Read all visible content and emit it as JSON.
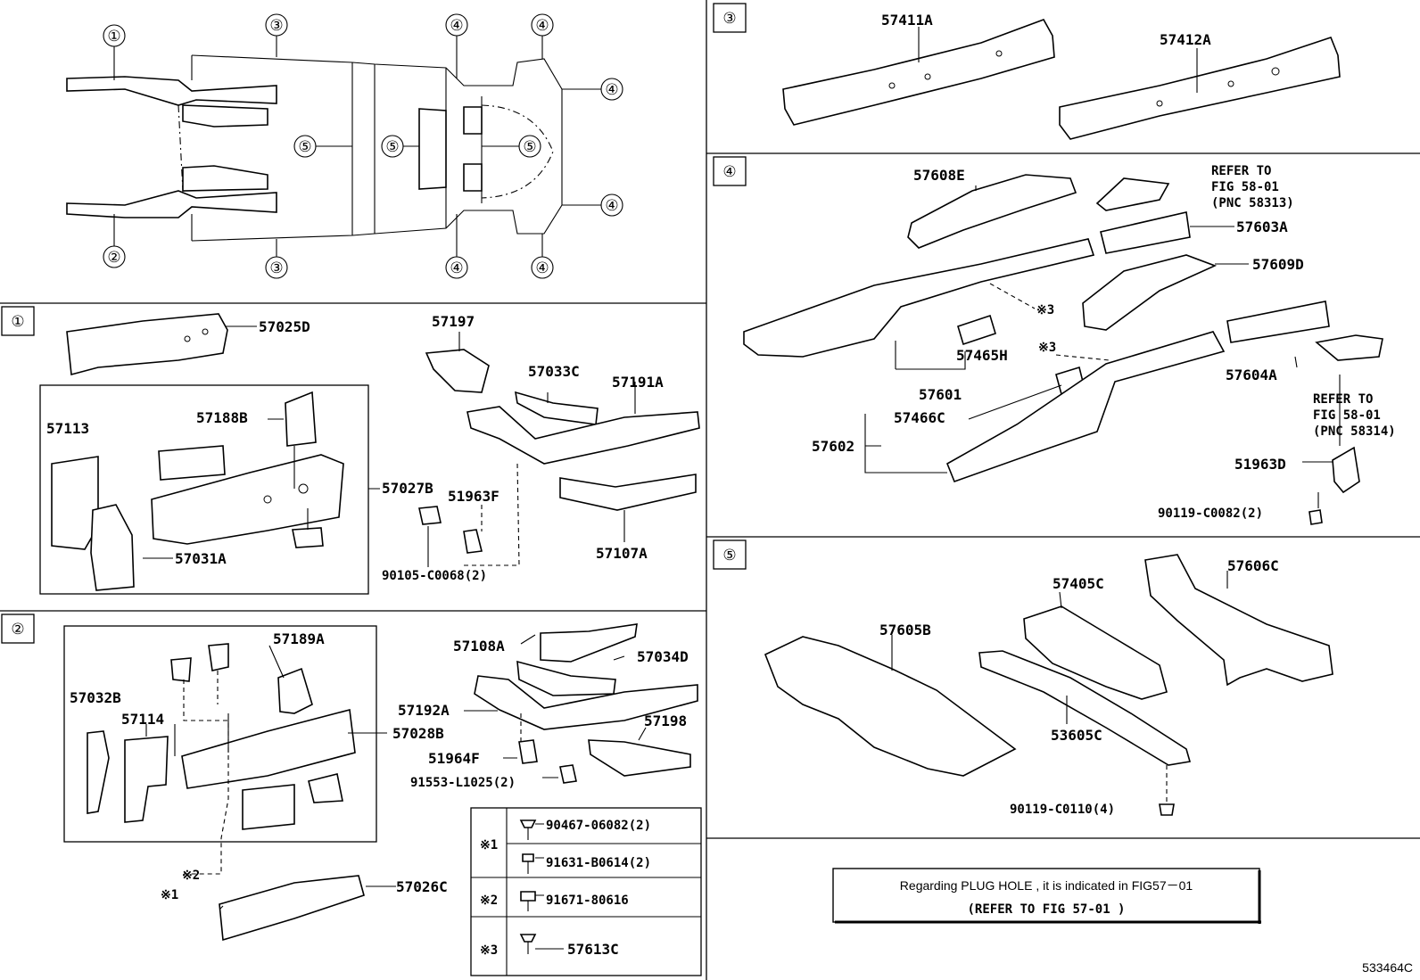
{
  "diagram_id": "533464C",
  "overview": {
    "callouts": [
      "①",
      "②",
      "③",
      "③",
      "④",
      "④",
      "④",
      "④",
      "④",
      "④",
      "⑤",
      "⑤",
      "⑤"
    ]
  },
  "sections": {
    "s1": {
      "key": "①",
      "parts": [
        "57025D",
        "57113",
        "57188B",
        "57027B",
        "57031A",
        "57197",
        "57033C",
        "57191A",
        "51963F",
        "57107A",
        "90105-C0068(2)"
      ]
    },
    "s2": {
      "key": "②",
      "parts": [
        "57189A",
        "57032B",
        "57114",
        "57028B",
        "57026C",
        "57108A",
        "57034D",
        "57192A",
        "57198",
        "51964F",
        "91553-L1025(2)"
      ],
      "marks": [
        "※2",
        "※1"
      ]
    },
    "s3": {
      "key": "③",
      "parts": [
        "57411A",
        "57412A"
      ]
    },
    "s4": {
      "key": "④",
      "parts": [
        "57608E",
        "57603A",
        "57609D",
        "57465H",
        "57601",
        "57466C",
        "57602",
        "57604A",
        "51963D",
        "90119-C0082(2)"
      ],
      "refer1": [
        "REFER TO",
        "FIG 58-01",
        "(PNC 58313)"
      ],
      "refer2": [
        "REFER TO",
        "FIG 58-01",
        "(PNC 58314)"
      ],
      "marks": [
        "※3",
        "※3"
      ]
    },
    "s5": {
      "key": "⑤",
      "parts": [
        "57606C",
        "57405C",
        "57605B",
        "53605C",
        "90119-C0110(4)"
      ]
    }
  },
  "legend": {
    "rows": [
      {
        "mark": "※1",
        "part": "90467-06082(2)"
      },
      {
        "mark": "",
        "part": "91631-B0614(2)"
      },
      {
        "mark": "※2",
        "part": "91671-80616"
      },
      {
        "mark": "※3",
        "part": "57613C"
      }
    ]
  },
  "note": {
    "line1": "Regarding PLUG HOLE , it is indicated in FIG57－01",
    "line2": "(REFER TO FIG 57-01 )"
  }
}
